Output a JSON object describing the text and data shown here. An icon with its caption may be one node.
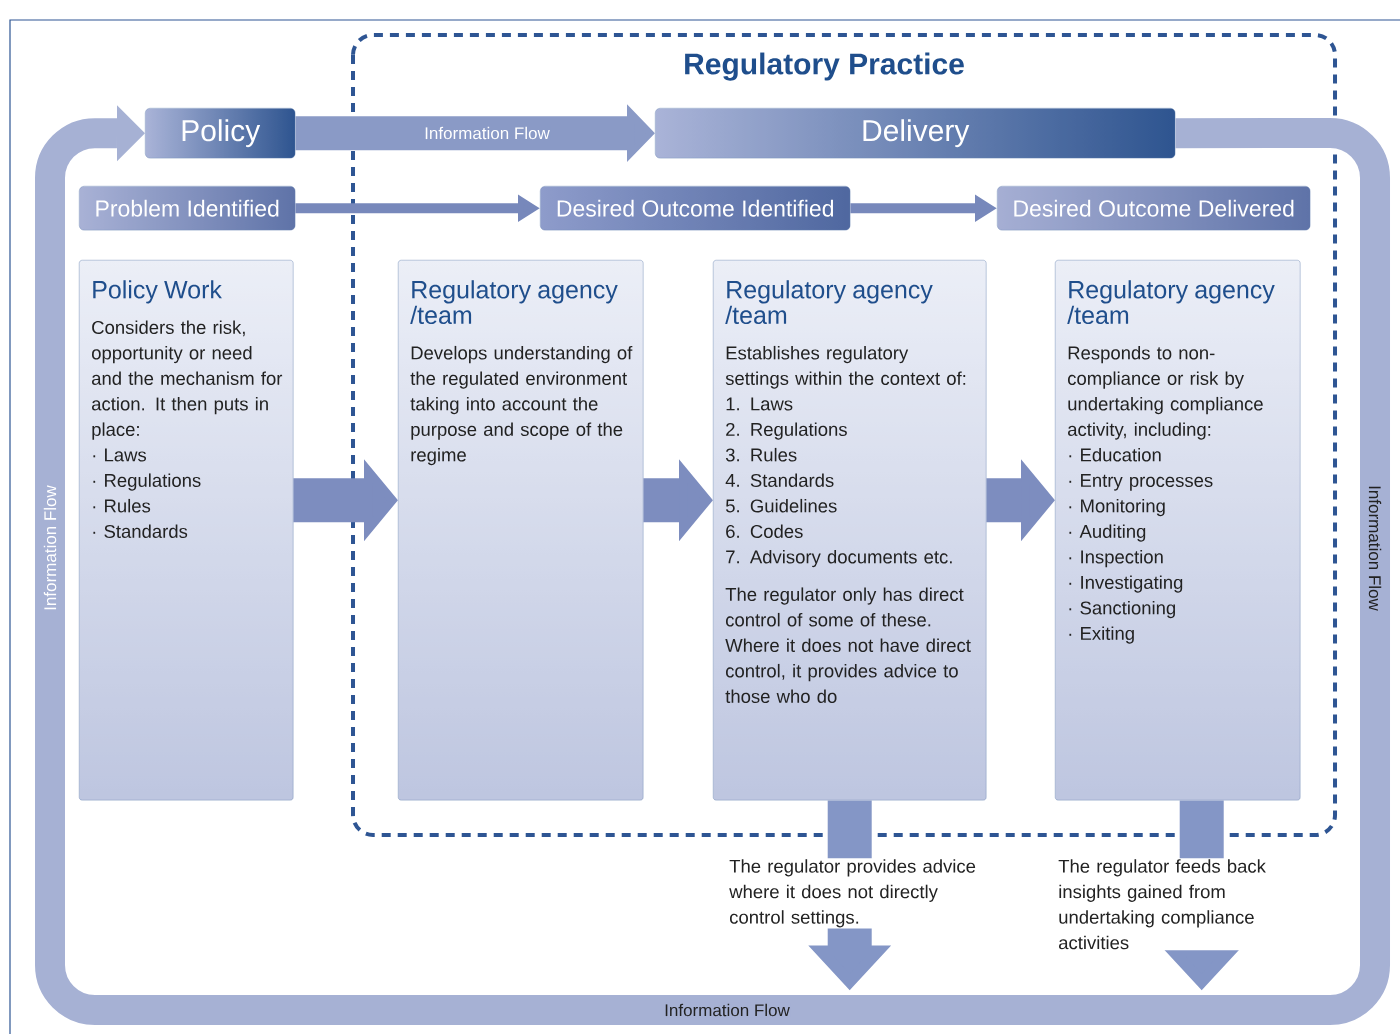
{
  "diagram": {
    "nodes": [
      {
        "text": [
          "Regulatory Practice"
        ]
      },
      {
        "text": [
          "Policy"
        ]
      },
      {
        "text": [
          "Delivery"
        ],
        "in": 0
      },
      {
        "text": [
          "Problem Identified"
        ]
      },
      {
        "text": [
          "Desired Outcome Identified"
        ],
        "in": 0
      },
      {
        "text": [
          "Desired Outcome Delivered"
        ],
        "in": 0
      },
      {
        "text": [
          "Policy Work",
          "Considers the risk, opportunity or need and the mechanism for action. It then puts in place:",
          "· Laws",
          "· Regulations",
          "· Rules",
          "· Standards"
        ]
      },
      {
        "text": [
          "Regulatory agency /team",
          "Develops understanding of the regulated environment taking into account the purpose and scope of the regime"
        ],
        "in": 0
      },
      {
        "text": [
          "Regulatory agency /team",
          "Establishes regulatory settings within the context of:",
          "1. Laws",
          "2. Regulations",
          "3. Rules",
          "4. Standards",
          "5. Guidelines",
          "6. Codes",
          "7. Advisory documents etc.",
          "The regulator only has direct control of some of these. Where it does not have direct control, it provides advice to those who do"
        ],
        "in": 0
      },
      {
        "text": [
          "Regulatory agency /team",
          "Responds to non-compliance or risk by undertaking compliance activity, including:",
          "· Education",
          "· Entry processes",
          "· Monitoring",
          "· Auditing",
          "· Inspection",
          "· Investigating",
          "· Sanctioning",
          "· Exiting"
        ],
        "in": 0
      }
    ],
    "edges": [
      {
        "from": 1,
        "to": 2,
        "arrow": "to",
        "label": "Information Flow"
      },
      {
        "from": 3,
        "to": 4,
        "arrow": "to"
      },
      {
        "from": 4,
        "to": 5,
        "arrow": "to"
      },
      {
        "from": 6,
        "to": 7,
        "arrow": "to"
      },
      {
        "from": 7,
        "to": 8,
        "arrow": "to"
      },
      {
        "from": 8,
        "to": 9,
        "arrow": "to"
      },
      {
        "from": 2,
        "to": 1,
        "arrow": "to",
        "label": "Information Flow"
      },
      {
        "from": 8,
        "to": null,
        "arrow": "to",
        "label": "The regulator provides advice where it does not directly control settings."
      },
      {
        "from": 9,
        "to": null,
        "arrow": "to",
        "label": "The regulator feeds back insights gained from undertaking compliance activities"
      }
    ],
    "labels": [
      "Information Flow",
      "Information Flow"
    ]
  }
}
